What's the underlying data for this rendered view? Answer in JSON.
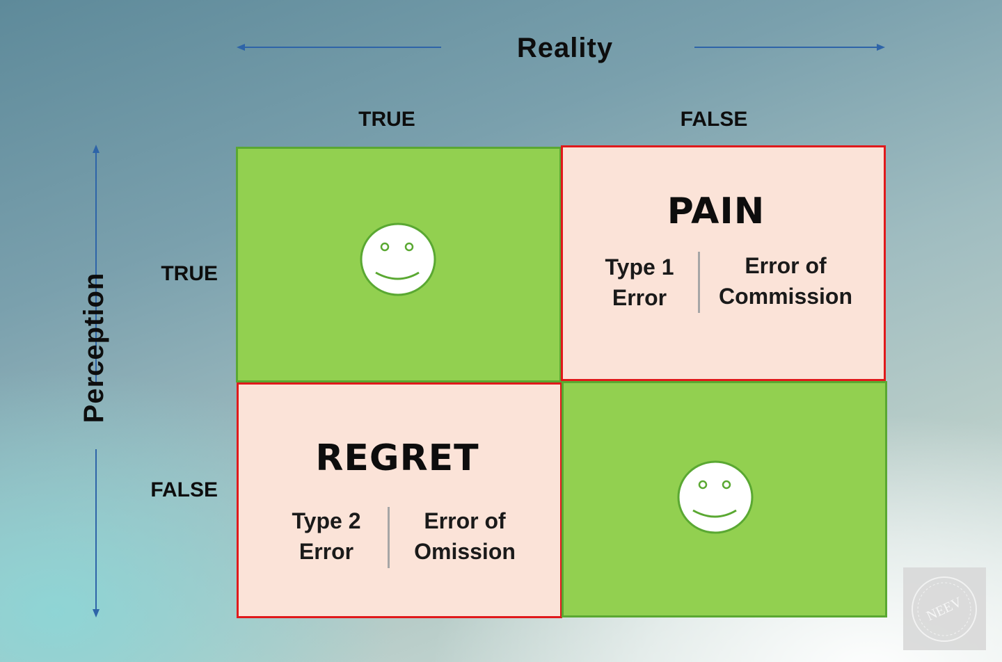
{
  "axes": {
    "reality_label": "Reality",
    "perception_label": "Perception",
    "columns": [
      "TRUE",
      "FALSE"
    ],
    "rows": [
      "TRUE",
      "FALSE"
    ]
  },
  "cells": {
    "top_right": {
      "title": "PAIN",
      "type_line1": "Type 1",
      "type_line2": "Error",
      "desc_line1": "Error of",
      "desc_line2": "Commission"
    },
    "bottom_left": {
      "title": "REGRET",
      "type_line1": "Type 2",
      "type_line2": "Error",
      "desc_line1": "Error of",
      "desc_line2": "Omission"
    }
  },
  "watermark": {
    "text": "NEEV"
  },
  "colors": {
    "correct_fill": "#92d050",
    "correct_border": "#5aa832",
    "error_fill": "#fbe3d8",
    "error_border": "#e0191b",
    "arrow": "#2e64a8"
  }
}
